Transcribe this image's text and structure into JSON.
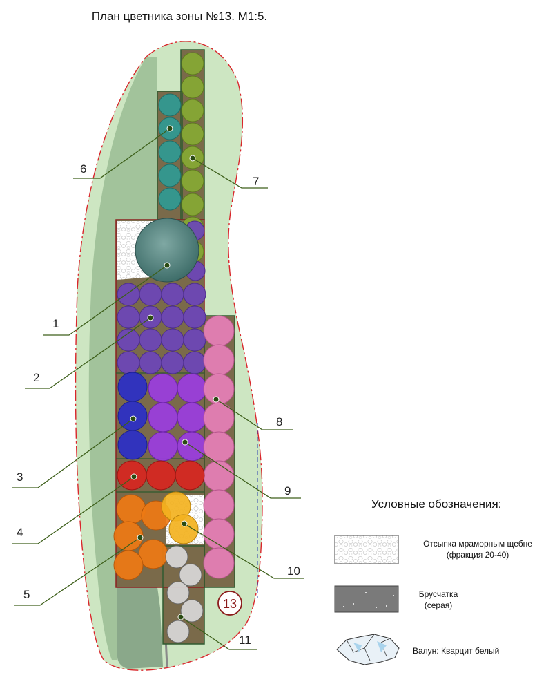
{
  "title": "План цветника зоны №13. М1:5.",
  "zone_badge": "13",
  "colors": {
    "lawn": "#cde6c2",
    "lawn_dark": "#9dbf97",
    "path": "#8aa88a",
    "outline_red": "#d9262b",
    "leader": "#3d5f1a",
    "bed_border": "#2f5a2f",
    "soil": "#8a7a55"
  },
  "callouts": [
    {
      "label": "1"
    },
    {
      "label": "2"
    },
    {
      "label": "3"
    },
    {
      "label": "4"
    },
    {
      "label": "5"
    },
    {
      "label": "6"
    },
    {
      "label": "7"
    },
    {
      "label": "8"
    },
    {
      "label": "9"
    },
    {
      "label": "10"
    },
    {
      "label": "11"
    }
  ],
  "legend": {
    "title": "Условные обозначения:",
    "items": [
      {
        "label_line1": "Отсыпка мраморным щебне",
        "label_line2": "(фракция 20-40)",
        "icon": "marble-chips-swatch"
      },
      {
        "label_line1": "Брусчатка",
        "label_line2": "(серая)",
        "icon": "paving-swatch"
      },
      {
        "label_line1": "Валун: Кварцит белый",
        "label_line2": "",
        "icon": "boulder-icon"
      }
    ]
  }
}
